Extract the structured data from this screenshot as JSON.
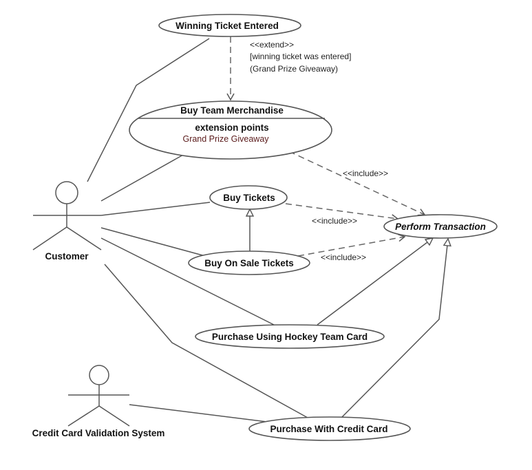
{
  "diagram": {
    "type": "UML use case diagram",
    "actors": [
      {
        "id": "customer",
        "label": "Customer"
      },
      {
        "id": "ccvs",
        "label": "Credit Card Validation System"
      }
    ],
    "use_cases": {
      "winning_ticket": {
        "label": "Winning Ticket Entered"
      },
      "buy_merch": {
        "label": "Buy Team Merchandise",
        "compartment_title": "extension points",
        "extension_point": "Grand Prize Giveaway"
      },
      "buy_tickets": {
        "label": "Buy Tickets"
      },
      "buy_on_sale": {
        "label": "Buy On Sale Tickets"
      },
      "perform_transaction": {
        "label": "Perform Transaction",
        "abstract": true
      },
      "hockey_card": {
        "label": "Purchase Using Hockey Team Card"
      },
      "credit_card": {
        "label": "Purchase With Credit Card"
      }
    },
    "relations": {
      "extend": {
        "stereotype": "<<extend>>",
        "condition": "[winning ticket was entered]",
        "point": "(Grand Prize Giveaway)",
        "from": "Winning Ticket Entered",
        "to": "Buy Team Merchandise"
      },
      "include_merch": {
        "stereotype": "<<include>>",
        "from": "Buy Team Merchandise",
        "to": "Perform Transaction"
      },
      "include_tickets": {
        "stereotype": "<<include>>",
        "from": "Buy Tickets",
        "to": "Perform Transaction"
      },
      "include_on_sale": {
        "stereotype": "<<include>>",
        "from": "Buy On Sale Tickets",
        "to": "Perform Transaction"
      },
      "generalizations": [
        {
          "child": "Buy On Sale Tickets",
          "parent": "Buy Tickets"
        },
        {
          "child": "Purchase Using Hockey Team Card",
          "parent": "Perform Transaction"
        },
        {
          "child": "Purchase With Credit Card",
          "parent": "Perform Transaction"
        }
      ],
      "associations": [
        {
          "actor": "Customer",
          "use_case": "Winning Ticket Entered"
        },
        {
          "actor": "Customer",
          "use_case": "Buy Team Merchandise"
        },
        {
          "actor": "Customer",
          "use_case": "Buy Tickets"
        },
        {
          "actor": "Customer",
          "use_case": "Buy On Sale Tickets"
        },
        {
          "actor": "Customer",
          "use_case": "Purchase Using Hockey Team Card"
        },
        {
          "actor": "Customer",
          "use_case": "Purchase With Credit Card"
        },
        {
          "actor": "Credit Card Validation System",
          "use_case": "Purchase With Credit Card"
        }
      ]
    }
  }
}
